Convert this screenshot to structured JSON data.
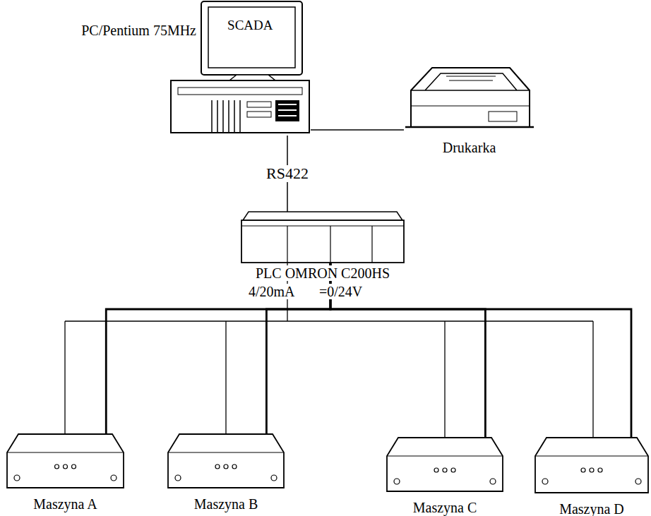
{
  "diagram": {
    "nodes": [
      {
        "text": [
          "SCADA",
          "PC/Pentium 75MHz"
        ]
      },
      {
        "text": [
          "Drukarka"
        ]
      },
      {
        "text": [
          "PLC OMRON C200HS"
        ]
      },
      {
        "text": [
          "Maszyna A"
        ]
      },
      {
        "text": [
          "Maszyna B"
        ]
      },
      {
        "text": [
          "Maszyna C"
        ]
      },
      {
        "text": [
          "Maszyna D"
        ]
      }
    ],
    "edges": [
      {
        "from": 0,
        "to": 1,
        "arrow": "none"
      },
      {
        "from": 0,
        "to": 2,
        "label": "RS422",
        "arrow": "none"
      },
      {
        "from": 2,
        "to": 3,
        "arrow": "none"
      },
      {
        "from": 2,
        "to": 4,
        "arrow": "none"
      },
      {
        "from": 2,
        "to": 5,
        "arrow": "none"
      },
      {
        "from": 2,
        "to": 6,
        "arrow": "none"
      }
    ],
    "labels": [
      "4/20mA",
      "=0/24V"
    ]
  }
}
